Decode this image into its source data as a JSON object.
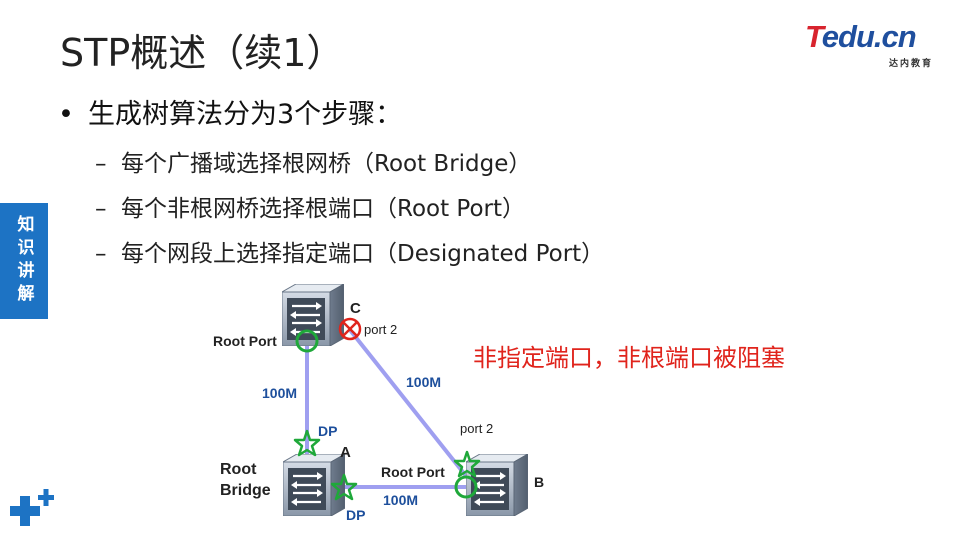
{
  "slide": {
    "title": "STP概述（续1）",
    "main_bullet": "生成树算法分为3个步骤：",
    "sub_bullets": [
      "每个广播域选择根网桥（Root Bridge）",
      "每个非根网桥选择根端口（Root Port）",
      "每个网段上选择指定端口（Designated Port）"
    ],
    "side_tab": "知识讲解",
    "note": "非指定端口，非根端口被阻塞"
  },
  "logo": {
    "main_t": "T",
    "main_rest": "edu.cn",
    "sub": "达内教育"
  },
  "diagram": {
    "switch_a_name": "A",
    "switch_a_role": "Root Bridge",
    "switch_b_name": "B",
    "switch_c_name": "C",
    "link_ca_speed": "100M",
    "link_cb_speed": "100M",
    "link_ab_speed": "100M",
    "c_root_port": "Root Port",
    "c_port2": "port 2",
    "a_dp_top": "DP",
    "a_dp_bottom": "DP",
    "b_root_port": "Root Port",
    "b_port2": "port 2",
    "colors": {
      "link": "#9f9ff0",
      "root_port_circle": "#1fa83a",
      "designated_star": "#1fa83a",
      "blocked_port": "#e0241c",
      "speed_label": "#1d4f9c"
    }
  }
}
